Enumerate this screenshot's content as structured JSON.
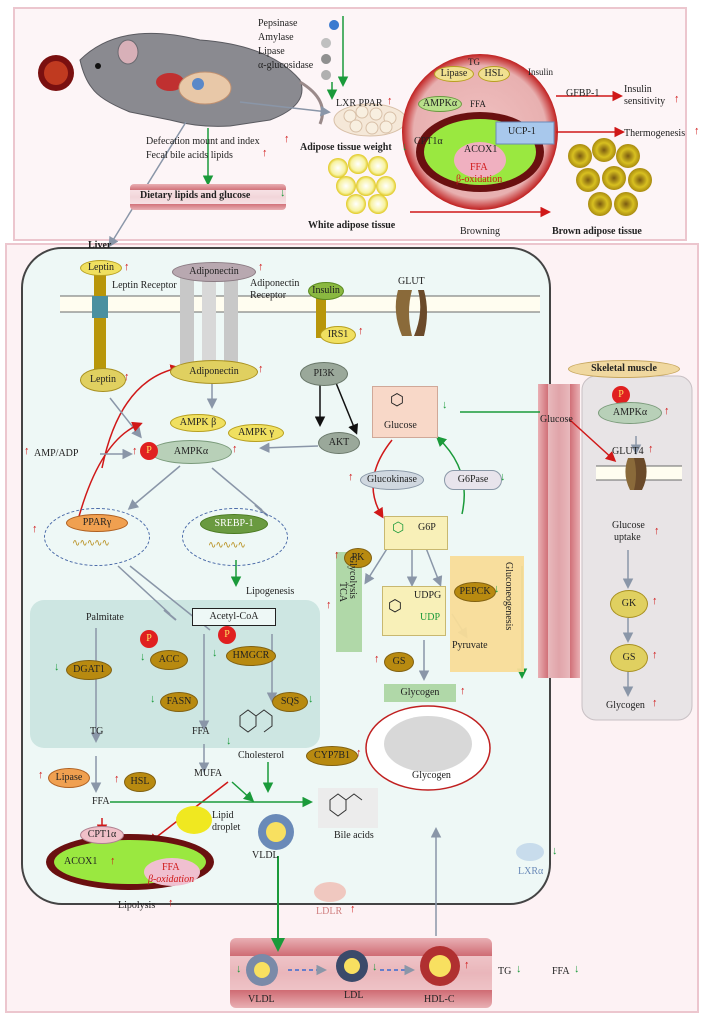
{
  "top": {
    "enzymes": [
      "Pepsinase",
      "Amylase",
      "Lipase",
      "α-glucosidase"
    ],
    "lxr_ppar": "LXR PPAR",
    "adipose_weight": "Adipose tissue weight",
    "defecation": "Defecation mount and index",
    "fecal": "Fecal bile acids   lipids",
    "dietary": "Dietary lipids and glucose",
    "white_adipose": "White adipose tissue",
    "browning": "Browning",
    "brown_adipose": "Brown  adipose tissue",
    "tg": "TG",
    "lipase": "Lipase",
    "hsl": "HSL",
    "insulin": "Insulin",
    "ampk": "AMPKα",
    "ffa": "FFA",
    "cpt": "CPT1α",
    "acox": "ACOX1",
    "ffa_beta": "FFA",
    "beta_ox": "β-oxidation",
    "ucp": "UCP-1",
    "gfbp": "GFBP-1",
    "insulin_sens": "Insulin",
    "sensitivity": "sensitivity",
    "thermo": "Thermogenesis"
  },
  "liver": {
    "title": "Liver",
    "leptin": "Leptin",
    "leptin_receptor": "Leptin Receptor",
    "adiponectin": "Adiponectin",
    "adipo_receptor_1": "Adiponectin",
    "adipo_receptor_2": "Receptor",
    "insulin": "Insulin",
    "irs1": "IRS1",
    "glut": "GLUT",
    "leptin_in": "Leptin",
    "adiponectin_in": "Adiponectin",
    "pi3k": "PI3K",
    "ampk_beta": "AMPK β",
    "ampk_gamma": "AMPK γ",
    "ampk_alpha": "AMPKα",
    "akt": "AKT",
    "amp_adp": "AMP/ADP",
    "p": "P",
    "ppar": "PPARγ",
    "srebp": "SREBP-1",
    "lipogenesis": "Lipogenesis",
    "palmitate": "Palmitate",
    "acetyl": "Acetyl-CoA",
    "dgat": "DGAT1",
    "acc": "ACC",
    "hmgcr": "HMGCR",
    "fasn": "FASN",
    "sqs": "SQS",
    "tg": "TG",
    "ffa": "FFA",
    "cholesterol": "Cholesterol",
    "cyp": "CYP7B1",
    "lipase": "Lipase",
    "hsl": "HSL",
    "mufa": "MUFA",
    "ffa2": "FFA",
    "lipid_droplet_1": "Lipid",
    "lipid_droplet_2": "droplet",
    "vldl": "VLDL",
    "bile": "Bile acids",
    "cpt": "CPT1α",
    "acox": "ACOX1",
    "ffa_beta": "FFA",
    "beta_ox": "β-oxidation",
    "lipolysis": "Lipolysis",
    "glucose": "Glucose",
    "glucokinase": "Glucokinase",
    "g6pase": "G6Pase",
    "g6p": "G6P",
    "pk": "PK",
    "glycolysis": "Glycolysis",
    "tca": "TCA",
    "udpg": "UDPG",
    "udp": "UDP",
    "pepck": "PEPCK",
    "gluconeo": "Gluconeogenesis",
    "pyruvate": "Pyruvate",
    "gs": "GS",
    "glycogen_box": "Glycogen",
    "glycogen_circle": "Glycogen",
    "lxr": "LXRα",
    "ldlr": "LDLR"
  },
  "muscle": {
    "title": "Skeletal muscle",
    "glucose": "Glucose",
    "ampk": "AMPKα",
    "glut4": "GLUT4",
    "uptake_1": "Glucose",
    "uptake_2": "uptake",
    "gk": "GK",
    "gs": "GS",
    "glycogen": "Glycogen"
  },
  "blood": {
    "vldl": "VLDL",
    "ldl": "LDL",
    "hdl": "HDL-C",
    "tg": "TG",
    "ffa": "FFA"
  },
  "colors": {
    "up": "#d01818",
    "down": "#1a9a3a",
    "vessel": "#c8404a",
    "cell_bg": "#eef8f6"
  }
}
